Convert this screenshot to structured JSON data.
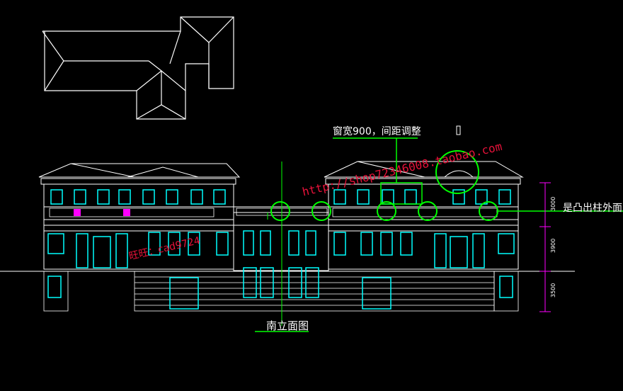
{
  "drawing": {
    "title": "南立面图",
    "annotations": {
      "window_note": "窗宽900，间距调整",
      "column_note": "是凸出柱外面"
    },
    "dimensions": [
      "3000",
      "3900",
      "3500"
    ],
    "watermarks": {
      "shop_url": "http://shop72346008.taobao.com",
      "contact": "旺旺：cad9724"
    }
  },
  "colors": {
    "background": "#000000",
    "line": "#ffffff",
    "window": "#00ffff",
    "highlight": "#00ff00",
    "axis": "#00ff00",
    "dimension": "#ff00ff",
    "watermark": "#e8123a"
  }
}
